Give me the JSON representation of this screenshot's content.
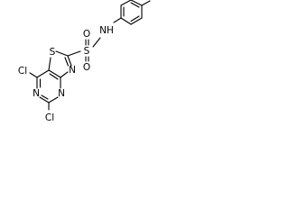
{
  "molecule": {
    "atoms": {
      "s_ring": "S",
      "s_sulfonyl": "S",
      "o_top": "O",
      "o_bottom": "O",
      "nh": "NH",
      "n_thiazole": "N",
      "n_pyr_left": "N",
      "n_pyr_right": "N",
      "cl_top": "Cl",
      "cl_bottom": "Cl"
    }
  }
}
